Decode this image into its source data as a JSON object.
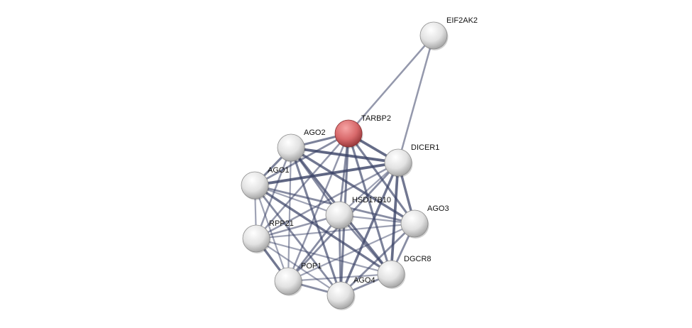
{
  "nodes": [
    {
      "id": "EIF2AK2",
      "label": "EIF2AK2",
      "query": false
    },
    {
      "id": "TARBP2",
      "label": "TARBP2",
      "query": true
    },
    {
      "id": "AGO2",
      "label": "AGO2",
      "query": false
    },
    {
      "id": "DICER1",
      "label": "DICER1",
      "query": false
    },
    {
      "id": "AGO1",
      "label": "AGO1",
      "query": false
    },
    {
      "id": "HSD17B10",
      "label": "HSD17B10",
      "query": false
    },
    {
      "id": "AGO3",
      "label": "AGO3",
      "query": false
    },
    {
      "id": "RPP21",
      "label": "RPP21",
      "query": false
    },
    {
      "id": "DGCR8",
      "label": "DGCR8",
      "query": false
    },
    {
      "id": "POP1",
      "label": "POP1",
      "query": false
    },
    {
      "id": "AGO4",
      "label": "AGO4",
      "query": false
    }
  ],
  "edges": [
    [
      "EIF2AK2",
      "TARBP2",
      0.5
    ],
    [
      "EIF2AK2",
      "DICER1",
      0.5
    ],
    [
      "TARBP2",
      "AGO2",
      0.7
    ],
    [
      "TARBP2",
      "DICER1",
      0.9
    ],
    [
      "TARBP2",
      "AGO1",
      0.6
    ],
    [
      "TARBP2",
      "HSD17B10",
      0.6
    ],
    [
      "TARBP2",
      "AGO3",
      0.7
    ],
    [
      "TARBP2",
      "RPP21",
      0.5
    ],
    [
      "TARBP2",
      "DGCR8",
      0.7
    ],
    [
      "TARBP2",
      "POP1",
      0.5
    ],
    [
      "TARBP2",
      "AGO4",
      0.7
    ],
    [
      "AGO2",
      "DICER1",
      0.95
    ],
    [
      "AGO2",
      "AGO1",
      0.7
    ],
    [
      "AGO2",
      "HSD17B10",
      0.6
    ],
    [
      "AGO2",
      "AGO3",
      0.8
    ],
    [
      "AGO2",
      "RPP21",
      0.5
    ],
    [
      "AGO2",
      "DGCR8",
      0.8
    ],
    [
      "AGO2",
      "POP1",
      0.4
    ],
    [
      "AGO2",
      "AGO4",
      0.7
    ],
    [
      "DICER1",
      "AGO1",
      0.95
    ],
    [
      "DICER1",
      "HSD17B10",
      0.4
    ],
    [
      "DICER1",
      "AGO3",
      0.8
    ],
    [
      "DICER1",
      "RPP21",
      0.5
    ],
    [
      "DICER1",
      "DGCR8",
      0.9
    ],
    [
      "DICER1",
      "POP1",
      0.6
    ],
    [
      "DICER1",
      "AGO4",
      0.8
    ],
    [
      "AGO1",
      "HSD17B10",
      0.4
    ],
    [
      "AGO1",
      "AGO3",
      0.6
    ],
    [
      "AGO1",
      "RPP21",
      0.4
    ],
    [
      "AGO1",
      "DGCR8",
      0.8
    ],
    [
      "AGO1",
      "POP1",
      0.4
    ],
    [
      "AGO1",
      "AGO4",
      0.6
    ],
    [
      "HSD17B10",
      "AGO3",
      0.4
    ],
    [
      "HSD17B10",
      "RPP21",
      0.5
    ],
    [
      "HSD17B10",
      "DGCR8",
      0.6
    ],
    [
      "HSD17B10",
      "POP1",
      0.6
    ],
    [
      "HSD17B10",
      "AGO4",
      0.6
    ],
    [
      "AGO3",
      "RPP21",
      0.4
    ],
    [
      "AGO3",
      "DGCR8",
      0.6
    ],
    [
      "AGO3",
      "POP1",
      0.4
    ],
    [
      "AGO3",
      "AGO4",
      0.6
    ],
    [
      "RPP21",
      "DGCR8",
      0.4
    ],
    [
      "RPP21",
      "POP1",
      0.8
    ],
    [
      "RPP21",
      "AGO4",
      0.4
    ],
    [
      "DGCR8",
      "POP1",
      0.4
    ],
    [
      "DGCR8",
      "AGO4",
      0.6
    ],
    [
      "POP1",
      "AGO4",
      0.6
    ]
  ],
  "colors": {
    "edge": "#3c4468",
    "node": "#e6e6e6",
    "query_node": "#d8696b"
  }
}
